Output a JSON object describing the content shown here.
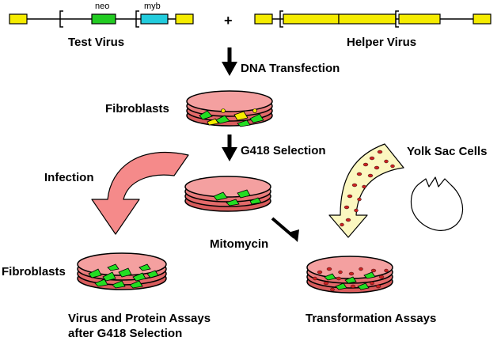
{
  "constructs": {
    "neo_label": "neo",
    "myb_label": "myb",
    "plus_sign": "+",
    "test_virus_label": "Test Virus",
    "helper_virus_label": "Helper Virus"
  },
  "steps": {
    "transfection_label": "DNA Transfection",
    "fibroblasts_top_label": "Fibroblasts",
    "g418_label": "G418 Selection",
    "infection_label": "Infection",
    "yolk_sac_label": "Yolk Sac Cells",
    "mitomycin_label": "Mitomycin",
    "fibroblasts_bottom_label": "Fibroblasts",
    "virus_assays_line1": "Virus and Protein Assays",
    "virus_assays_line2": "after G418 Selection",
    "transformation_label": "Transformation Assays"
  },
  "colors": {
    "ltr_yellow": "#f5ec00",
    "neo_green": "#22cc22",
    "myb_cyan": "#22ccdd",
    "dish_pink": "#ee7777",
    "arrow_pink": "#f58a8a",
    "cell_green": "#22dd22",
    "yolk_cream": "#fbf7c0",
    "yolk_red": "#cc2222"
  }
}
